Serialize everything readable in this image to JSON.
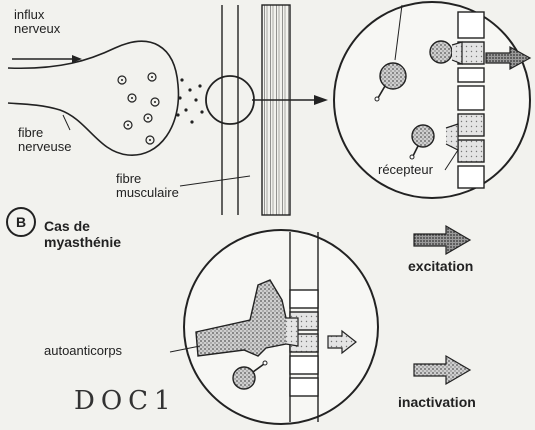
{
  "labels": {
    "influx": "influx\nnerveux",
    "fibre_nerveuse": "fibre\nnerveuse",
    "fibre_musculaire": "fibre\nmusculaire",
    "recepteur": "récepteur",
    "section_letter": "B",
    "section_title": "Cas de\nmyasthénie",
    "autoanticorps": "autoanticorps",
    "excitation": "excitation",
    "inactivation": "inactivation",
    "doc": "DOC1"
  },
  "legend": [
    {
      "key": "excitation",
      "meaning": "excitation"
    },
    {
      "key": "inactivation",
      "meaning": "inactivation"
    }
  ]
}
